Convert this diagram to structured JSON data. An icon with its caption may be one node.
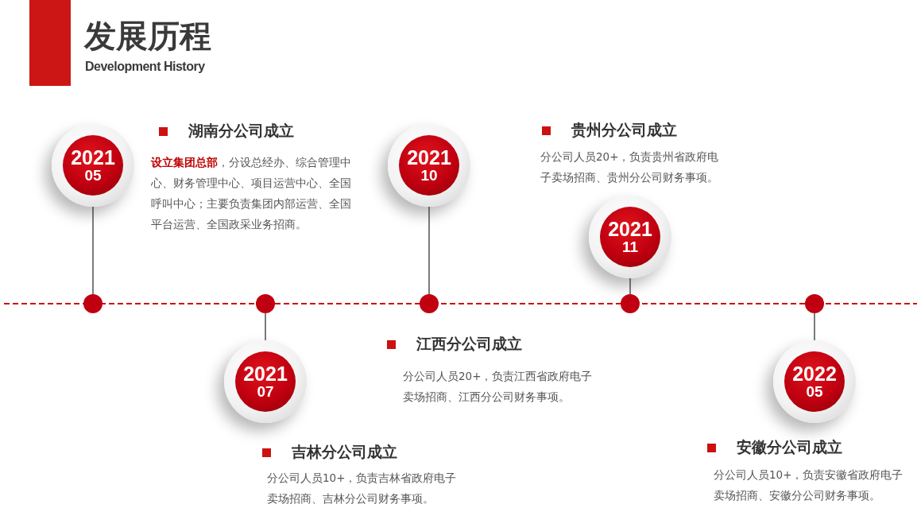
{
  "diagram": {
    "title": "发展历程",
    "nodes": [
      {
        "text": [
          "2021",
          "05"
        ],
        "beside": [
          "湖南分公司成立",
          "**设立集团总部**，分设总经办、综合管理中心、财务管理中心、项目运营中心、全国呼叫中心；主要负责集团内部运营、全国平台运营、全国政采业务招商。"
        ]
      },
      {
        "text": [],
        "shape": "circle"
      },
      {
        "text": [],
        "shape": "circle"
      },
      {
        "text": [
          "2021",
          "07"
        ],
        "beside": [
          "吉林分公司成立",
          "分公司人员10+，负责吉林省政府电子卖场招商、吉林分公司财务事项。"
        ]
      },
      {
        "text": [
          "2021",
          "10"
        ],
        "beside": [
          "江西分公司成立",
          "分公司人员20+，负责江西省政府电子卖场招商、江西分公司财务事项。"
        ]
      },
      {
        "text": [],
        "shape": "circle"
      },
      {
        "text": [
          "2021",
          "11"
        ],
        "beside": [
          "贵州分公司成立",
          "分公司人员20+，负责贵州省政府电子卖场招商、贵州分公司财务事项。"
        ]
      },
      {
        "text": [],
        "shape": "circle"
      },
      {
        "text": [],
        "shape": "circle"
      },
      {
        "text": [
          "2022",
          "05"
        ],
        "beside": [
          "安徽分公司成立",
          "分公司人员10+，负责安徽省政府电子卖场招商、安徽分公司财务事项。"
        ]
      }
    ],
    "edges": [
      {
        "from": 0,
        "to": 1,
        "arrow": "none"
      },
      {
        "from": 3,
        "to": 2,
        "arrow": "none"
      },
      {
        "from": 4,
        "to": 5,
        "arrow": "none"
      },
      {
        "from": 6,
        "to": 7,
        "arrow": "none"
      },
      {
        "from": 9,
        "to": 8,
        "arrow": "none"
      }
    ],
    "labels": [
      "Development History"
    ]
  }
}
